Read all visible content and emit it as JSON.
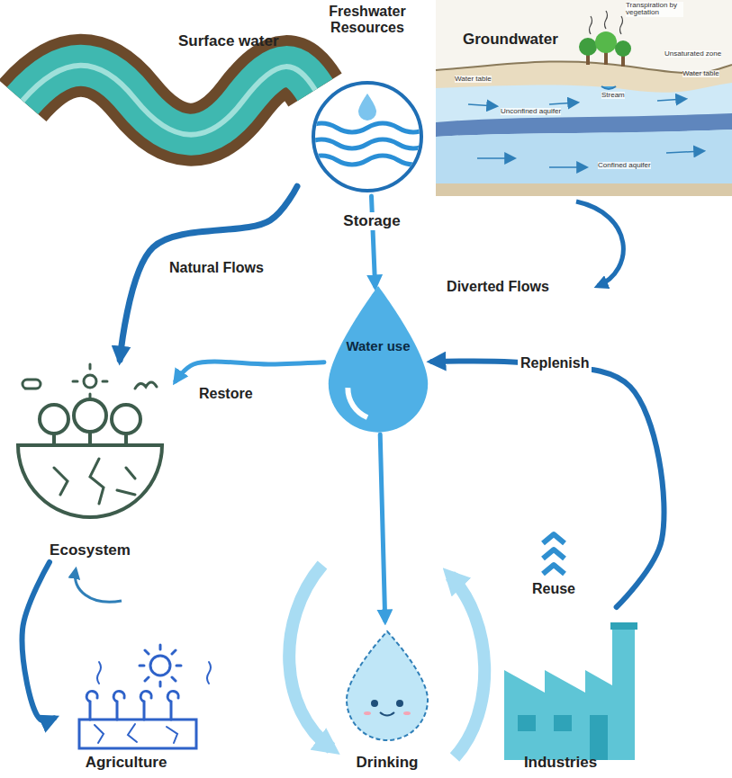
{
  "diagram": {
    "nodes": [
      {
        "text": [
          "Surface water"
        ]
      },
      {
        "text": [
          "Freshwater Resources"
        ]
      },
      {
        "text": [
          "Groundwater"
        ]
      },
      {
        "text": [
          "Water use"
        ]
      },
      {
        "text": [
          "Ecosystem"
        ]
      },
      {
        "text": [
          "Agriculture"
        ]
      },
      {
        "text": [
          "Drinking"
        ]
      },
      {
        "text": [
          "Industries"
        ]
      }
    ],
    "edges": [
      {
        "from": 1,
        "to": 4,
        "label": "Natural Flows",
        "arrow": "to"
      },
      {
        "from": 1,
        "to": 3,
        "arrow": "to"
      },
      {
        "from": 3,
        "to": 4,
        "label": "Restore",
        "arrow": "to"
      },
      {
        "from": 7,
        "to": 3,
        "label": "Replenish",
        "arrow": "to"
      },
      {
        "from": 4,
        "to": 5,
        "arrow": "to"
      },
      {
        "from": 3,
        "to": 6,
        "arrow": "to"
      }
    ],
    "labels": [
      "Storage",
      "Diverted Flows",
      "Reuse",
      "Transpiration by vegetation",
      "Unsaturated zone",
      "Water table",
      "Water table",
      "Stream",
      "Unconfined aquifer",
      "Confined aquifer"
    ]
  }
}
